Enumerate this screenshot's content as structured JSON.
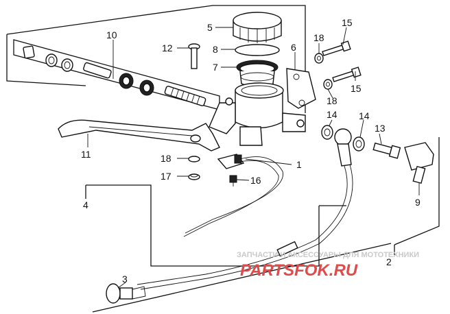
{
  "callouts": [
    {
      "id": "c1",
      "text": "1"
    },
    {
      "id": "c2",
      "text": "2"
    },
    {
      "id": "c3",
      "text": "3"
    },
    {
      "id": "c4",
      "text": "4"
    },
    {
      "id": "c5",
      "text": "5"
    },
    {
      "id": "c6",
      "text": "6"
    },
    {
      "id": "c7",
      "text": "7"
    },
    {
      "id": "c8",
      "text": "8"
    },
    {
      "id": "c9",
      "text": "9"
    },
    {
      "id": "c10",
      "text": "10"
    },
    {
      "id": "c11",
      "text": "11"
    },
    {
      "id": "c12",
      "text": "12"
    },
    {
      "id": "c13",
      "text": "13"
    },
    {
      "id": "c14a",
      "text": "14"
    },
    {
      "id": "c14b",
      "text": "14"
    },
    {
      "id": "c15a",
      "text": "15"
    },
    {
      "id": "c15b",
      "text": "15"
    },
    {
      "id": "c16",
      "text": "16"
    },
    {
      "id": "c17",
      "text": "17"
    },
    {
      "id": "c18a",
      "text": "18"
    },
    {
      "id": "c18b",
      "text": "18"
    },
    {
      "id": "c18c",
      "text": "18"
    }
  ],
  "watermark": {
    "tagline": "ЗАПЧАСТИ И АКСЕССУАРЫ ДЛЯ МОТОТЕХНИКИ",
    "brand": "PARTSFOK.RU",
    "colors": {
      "tagline": "#c9c9c9",
      "brand": "#e04a4a"
    }
  }
}
